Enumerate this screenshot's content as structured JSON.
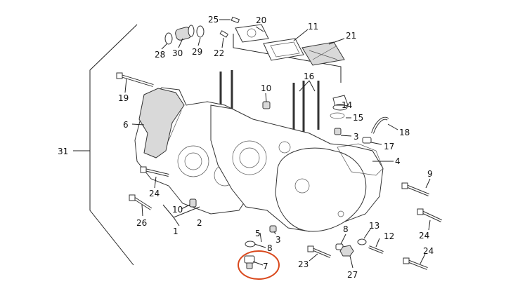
{
  "callouts": [
    {
      "id": "25",
      "text": "25"
    },
    {
      "id": "20",
      "text": "20"
    },
    {
      "id": "11",
      "text": "11"
    },
    {
      "id": "21",
      "text": "21"
    },
    {
      "id": "22",
      "text": "22"
    },
    {
      "id": "28",
      "text": "28"
    },
    {
      "id": "30",
      "text": "30"
    },
    {
      "id": "29",
      "text": "29"
    },
    {
      "id": "19",
      "text": "19"
    },
    {
      "id": "10a",
      "text": "10"
    },
    {
      "id": "16",
      "text": "16"
    },
    {
      "id": "14",
      "text": "14"
    },
    {
      "id": "15",
      "text": "15"
    },
    {
      "id": "6",
      "text": "6"
    },
    {
      "id": "3a",
      "text": "3"
    },
    {
      "id": "18",
      "text": "18"
    },
    {
      "id": "17",
      "text": "17"
    },
    {
      "id": "31",
      "text": "31"
    },
    {
      "id": "4",
      "text": "4"
    },
    {
      "id": "9",
      "text": "9"
    },
    {
      "id": "24a",
      "text": "24"
    },
    {
      "id": "10b",
      "text": "10"
    },
    {
      "id": "26",
      "text": "26"
    },
    {
      "id": "2",
      "text": "2"
    },
    {
      "id": "1",
      "text": "1"
    },
    {
      "id": "24b",
      "text": "24"
    },
    {
      "id": "5",
      "text": "5"
    },
    {
      "id": "3b",
      "text": "3"
    },
    {
      "id": "8a",
      "text": "8"
    },
    {
      "id": "13",
      "text": "13"
    },
    {
      "id": "12",
      "text": "12"
    },
    {
      "id": "8b",
      "text": "8"
    },
    {
      "id": "7",
      "text": "7"
    },
    {
      "id": "23",
      "text": "23"
    },
    {
      "id": "27",
      "text": "27"
    },
    {
      "id": "24c",
      "text": "24"
    }
  ],
  "highlight": {
    "target": "7",
    "color": "#d9481c"
  },
  "colors": {
    "line": "#222222",
    "highlight": "#d9481c"
  }
}
